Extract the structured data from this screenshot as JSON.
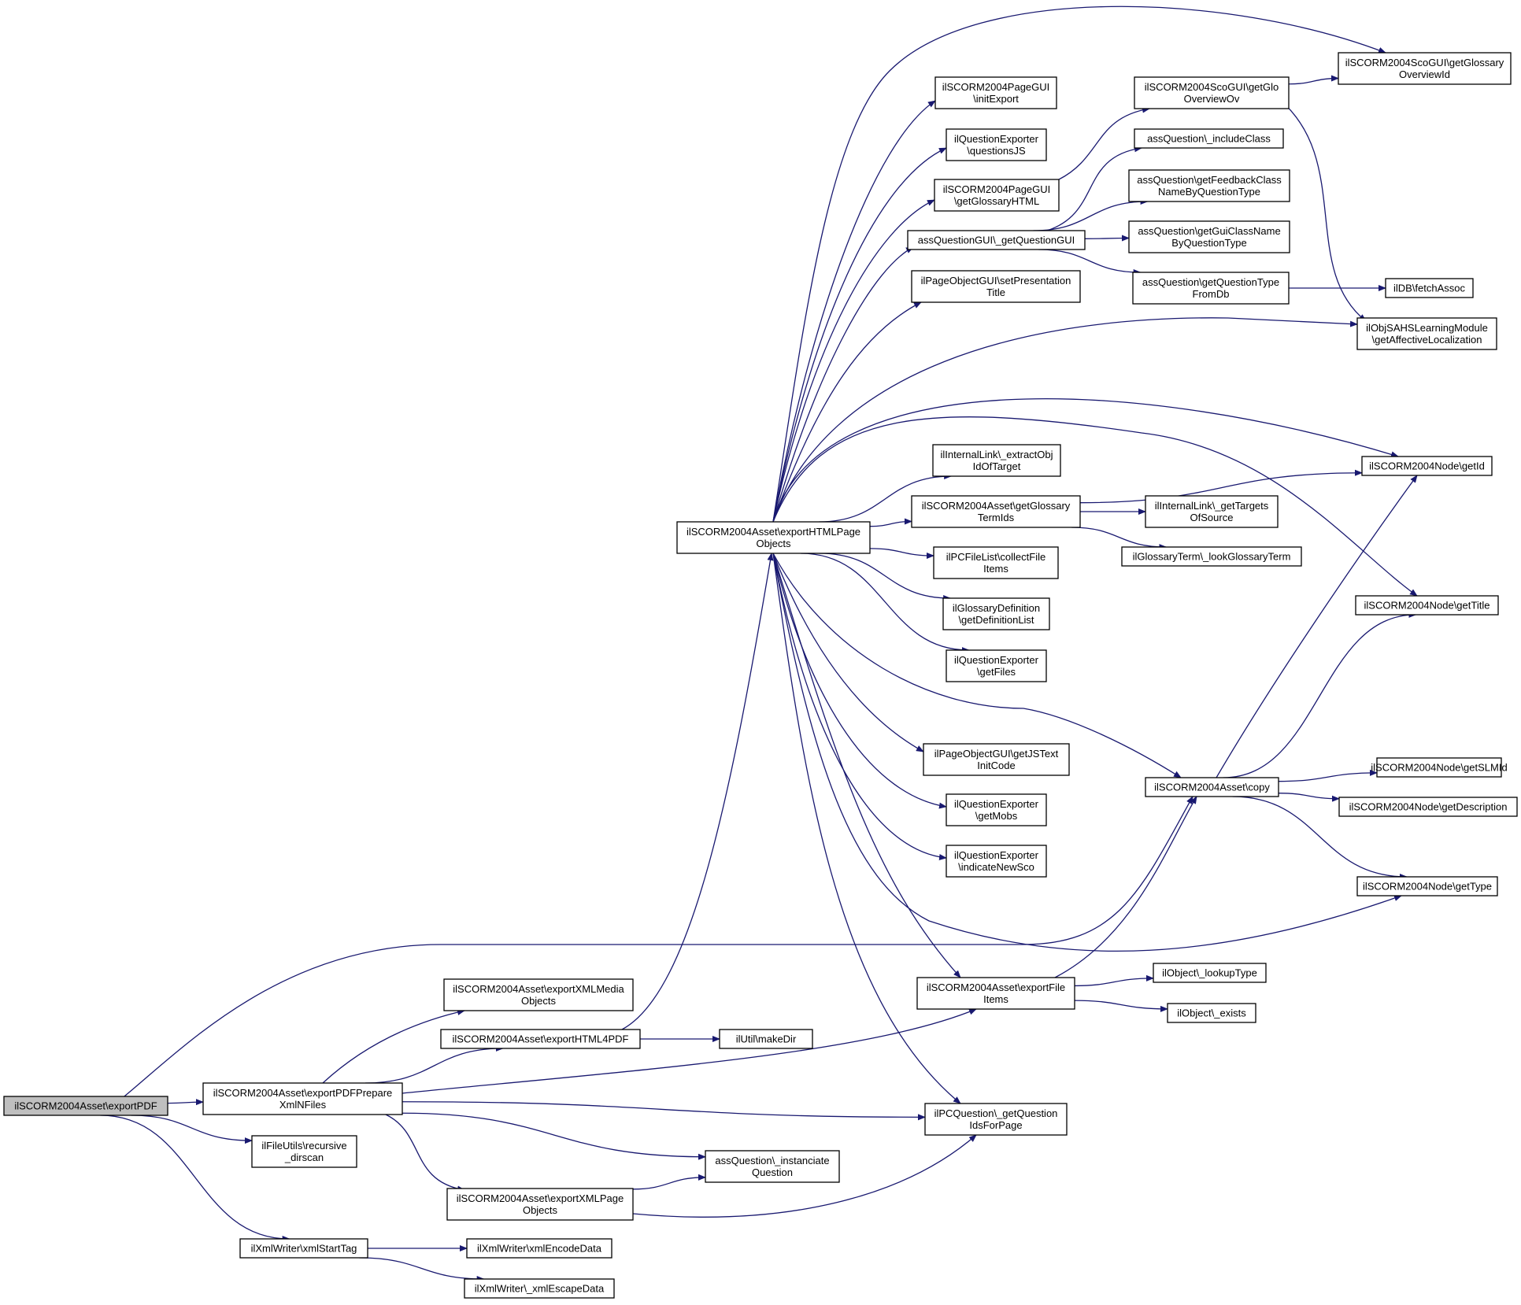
{
  "graph": {
    "edge_color": "#191970",
    "root_fill": "#bfbfbf",
    "nodes": [
      {
        "id": "exportPDF",
        "lines": [
          "ilSCORM2004Asset\\exportPDF"
        ],
        "root": true
      },
      {
        "id": "prepareXml",
        "lines": [
          "ilSCORM2004Asset\\exportPDFPrepare",
          "XmlNFiles"
        ]
      },
      {
        "id": "recursiveDirscan",
        "lines": [
          "ilFileUtils\\recursive",
          "_dirscan"
        ]
      },
      {
        "id": "xmlStartTag",
        "lines": [
          "ilXmlWriter\\xmlStartTag"
        ]
      },
      {
        "id": "xmlEncodeData",
        "lines": [
          "ilXmlWriter\\xmlEncodeData"
        ]
      },
      {
        "id": "xmlEscapeData",
        "lines": [
          "ilXmlWriter\\_xmlEscapeData"
        ]
      },
      {
        "id": "exportXMLMedia",
        "lines": [
          "ilSCORM2004Asset\\exportXMLMedia",
          "Objects"
        ]
      },
      {
        "id": "exportHTML4PDF",
        "lines": [
          "ilSCORM2004Asset\\exportHTML4PDF"
        ]
      },
      {
        "id": "makeDir",
        "lines": [
          "ilUtil\\makeDir"
        ]
      },
      {
        "id": "exportXMLPage",
        "lines": [
          "ilSCORM2004Asset\\exportXMLPage",
          "Objects"
        ]
      },
      {
        "id": "instanciateQuestion",
        "lines": [
          "assQuestion\\_instanciate",
          "Question"
        ]
      },
      {
        "id": "getQuestionIds",
        "lines": [
          "ilPCQuestion\\_getQuestion",
          "IdsForPage"
        ]
      },
      {
        "id": "exportFileItems",
        "lines": [
          "ilSCORM2004Asset\\exportFile",
          "Items"
        ]
      },
      {
        "id": "lookupType",
        "lines": [
          "ilObject\\_lookupType"
        ]
      },
      {
        "id": "objExists",
        "lines": [
          "ilObject\\_exists"
        ]
      },
      {
        "id": "exportHTMLPage",
        "lines": [
          "ilSCORM2004Asset\\exportHTMLPage",
          "Objects"
        ]
      },
      {
        "id": "initExport",
        "lines": [
          "ilSCORM2004PageGUI",
          "\\initExport"
        ]
      },
      {
        "id": "questionsJS",
        "lines": [
          "ilQuestionExporter",
          "\\questionsJS"
        ]
      },
      {
        "id": "getGlossaryHTML",
        "lines": [
          "ilSCORM2004PageGUI",
          "\\getGlossaryHTML"
        ]
      },
      {
        "id": "getQuestionGUI",
        "lines": [
          "assQuestionGUI\\_getQuestionGUI"
        ]
      },
      {
        "id": "setPresentationTitle",
        "lines": [
          "ilPageObjectGUI\\setPresentation",
          "Title"
        ]
      },
      {
        "id": "extractObjId",
        "lines": [
          "ilInternalLink\\_extractObj",
          "IdOfTarget"
        ]
      },
      {
        "id": "getGlossaryTermIds",
        "lines": [
          "ilSCORM2004Asset\\getGlossary",
          "TermIds"
        ]
      },
      {
        "id": "collectFileItems",
        "lines": [
          "ilPCFileList\\collectFile",
          "Items"
        ]
      },
      {
        "id": "getDefinitionList",
        "lines": [
          "ilGlossaryDefinition",
          "\\getDefinitionList"
        ]
      },
      {
        "id": "getFiles",
        "lines": [
          "ilQuestionExporter",
          "\\getFiles"
        ]
      },
      {
        "id": "getJSTextInitCode",
        "lines": [
          "ilPageObjectGUI\\getJSText",
          "InitCode"
        ]
      },
      {
        "id": "getMobs",
        "lines": [
          "ilQuestionExporter",
          "\\getMobs"
        ]
      },
      {
        "id": "indicateNewSco",
        "lines": [
          "ilQuestionExporter",
          "\\indicateNewSco"
        ]
      },
      {
        "id": "getGloOverviewOv",
        "lines": [
          "ilSCORM2004ScoGUI\\getGlo",
          "OverviewOv"
        ]
      },
      {
        "id": "includeClass",
        "lines": [
          "assQuestion\\_includeClass"
        ]
      },
      {
        "id": "getFeedbackClassName",
        "lines": [
          "assQuestion\\getFeedbackClass",
          "NameByQuestionType"
        ]
      },
      {
        "id": "getGuiClassName",
        "lines": [
          "assQuestion\\getGuiClassName",
          "ByQuestionType"
        ]
      },
      {
        "id": "getQuestionTypeFromDb",
        "lines": [
          "assQuestion\\getQuestionType",
          "FromDb"
        ]
      },
      {
        "id": "getTargetsOfSource",
        "lines": [
          "ilInternalLink\\_getTargets",
          "OfSource"
        ]
      },
      {
        "id": "lookupGlossaryTerm",
        "lines": [
          "ilGlossaryTerm\\_lookGlossaryTerm"
        ]
      },
      {
        "id": "assetCopy",
        "lines": [
          "ilSCORM2004Asset\\copy"
        ]
      },
      {
        "id": "getGlossaryOverviewId",
        "lines": [
          "ilSCORM2004ScoGUI\\getGlossary",
          "OverviewId"
        ]
      },
      {
        "id": "fetchAssoc",
        "lines": [
          "ilDB\\fetchAssoc"
        ]
      },
      {
        "id": "getAffectiveLocalization",
        "lines": [
          "ilObjSAHSLearningModule",
          "\\getAffectiveLocalization"
        ]
      },
      {
        "id": "nodeGetId",
        "lines": [
          "ilSCORM2004Node\\getId"
        ]
      },
      {
        "id": "nodeGetTitle",
        "lines": [
          "ilSCORM2004Node\\getTitle"
        ]
      },
      {
        "id": "nodeGetSLMId",
        "lines": [
          "ilSCORM2004Node\\getSLMId"
        ]
      },
      {
        "id": "nodeGetDescription",
        "lines": [
          "ilSCORM2004Node\\getDescription"
        ]
      },
      {
        "id": "nodeGetType",
        "lines": [
          "ilSCORM2004Node\\getType"
        ]
      }
    ],
    "edges": [
      [
        "exportPDF",
        "prepareXml"
      ],
      [
        "exportPDF",
        "recursiveDirscan"
      ],
      [
        "exportPDF",
        "xmlStartTag"
      ],
      [
        "exportPDF",
        "assetCopy"
      ],
      [
        "xmlStartTag",
        "xmlEncodeData"
      ],
      [
        "xmlStartTag",
        "xmlEscapeData"
      ],
      [
        "prepareXml",
        "exportXMLMedia"
      ],
      [
        "prepareXml",
        "exportHTML4PDF"
      ],
      [
        "prepareXml",
        "exportXMLPage"
      ],
      [
        "prepareXml",
        "instanciateQuestion"
      ],
      [
        "prepareXml",
        "getQuestionIds"
      ],
      [
        "prepareXml",
        "exportFileItems"
      ],
      [
        "exportHTML4PDF",
        "makeDir"
      ],
      [
        "exportHTML4PDF",
        "exportHTMLPage"
      ],
      [
        "exportXMLPage",
        "instanciateQuestion"
      ],
      [
        "exportXMLPage",
        "getQuestionIds"
      ],
      [
        "exportFileItems",
        "lookupType"
      ],
      [
        "exportFileItems",
        "objExists"
      ],
      [
        "exportFileItems",
        "assetCopy"
      ],
      [
        "exportHTMLPage",
        "getGlossaryOverviewId"
      ],
      [
        "exportHTMLPage",
        "initExport"
      ],
      [
        "exportHTMLPage",
        "questionsJS"
      ],
      [
        "exportHTMLPage",
        "getGlossaryHTML"
      ],
      [
        "exportHTMLPage",
        "getQuestionGUI"
      ],
      [
        "exportHTMLPage",
        "setPresentationTitle"
      ],
      [
        "exportHTMLPage",
        "getAffectiveLocalization"
      ],
      [
        "exportHTMLPage",
        "nodeGetId"
      ],
      [
        "exportHTMLPage",
        "nodeGetTitle"
      ],
      [
        "exportHTMLPage",
        "extractObjId"
      ],
      [
        "exportHTMLPage",
        "getGlossaryTermIds"
      ],
      [
        "exportHTMLPage",
        "collectFileItems"
      ],
      [
        "exportHTMLPage",
        "getDefinitionList"
      ],
      [
        "exportHTMLPage",
        "getFiles"
      ],
      [
        "exportHTMLPage",
        "getJSTextInitCode"
      ],
      [
        "exportHTMLPage",
        "assetCopy"
      ],
      [
        "exportHTMLPage",
        "getMobs"
      ],
      [
        "exportHTMLPage",
        "indicateNewSco"
      ],
      [
        "exportHTMLPage",
        "nodeGetType"
      ],
      [
        "exportHTMLPage",
        "exportFileItems"
      ],
      [
        "exportHTMLPage",
        "getQuestionIds"
      ],
      [
        "getGlossaryHTML",
        "getGloOverviewOv"
      ],
      [
        "getGloOverviewOv",
        "getGlossaryOverviewId"
      ],
      [
        "getGloOverviewOv",
        "getAffectiveLocalization"
      ],
      [
        "getQuestionGUI",
        "includeClass"
      ],
      [
        "getQuestionGUI",
        "getFeedbackClassName"
      ],
      [
        "getQuestionGUI",
        "getGuiClassName"
      ],
      [
        "getQuestionGUI",
        "getQuestionTypeFromDb"
      ],
      [
        "getQuestionTypeFromDb",
        "fetchAssoc"
      ],
      [
        "getGlossaryTermIds",
        "nodeGetId"
      ],
      [
        "getGlossaryTermIds",
        "getTargetsOfSource"
      ],
      [
        "getGlossaryTermIds",
        "lookupGlossaryTerm"
      ],
      [
        "assetCopy",
        "nodeGetId"
      ],
      [
        "assetCopy",
        "nodeGetTitle"
      ],
      [
        "assetCopy",
        "nodeGetSLMId"
      ],
      [
        "assetCopy",
        "nodeGetDescription"
      ],
      [
        "assetCopy",
        "nodeGetType"
      ]
    ]
  }
}
